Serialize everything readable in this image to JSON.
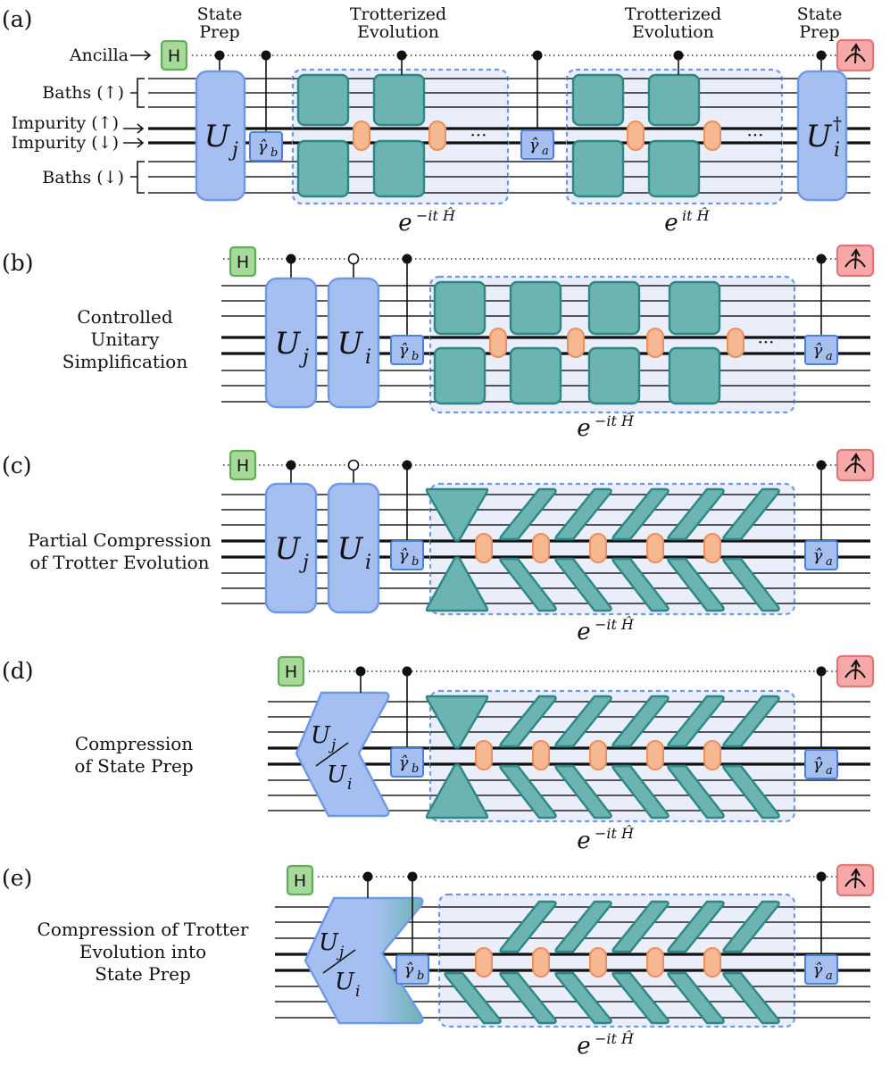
{
  "panels": {
    "a": {
      "letter": "(a)",
      "row_labels": {
        "ancilla": "Ancilla",
        "baths_up": "Baths (↑)",
        "impurity_up": "Impurity (↑)",
        "impurity_down": "Impurity (↓)",
        "baths_down": "Baths (↓)"
      },
      "top_labels": {
        "state_prep_left_1": "State",
        "state_prep_left_2": "Prep",
        "trotter_1_line1": "Trotterized",
        "trotter_1_line2": "Evolution",
        "trotter_2_line1": "Trotterized",
        "trotter_2_line2": "Evolution",
        "state_prep_right_1": "State",
        "state_prep_right_2": "Prep"
      },
      "evolution_1": "e^{−it Ĥ}",
      "evolution_2": "e^{it Ĥ}"
    },
    "b": {
      "letter": "(b)",
      "description_lines": [
        "Controlled",
        "Unitary",
        "Simplification"
      ],
      "evolution": "e^{−it Ĥ}"
    },
    "c": {
      "letter": "(c)",
      "description_lines": [
        "Partial Compression",
        "of Trotter Evolution"
      ],
      "evolution": "e^{−it Ĥ}"
    },
    "d": {
      "letter": "(d)",
      "description_lines": [
        "Compression",
        "of State Prep"
      ],
      "evolution": "e^{−it Ĥ}"
    },
    "e": {
      "letter": "(e)",
      "description_lines": [
        "Compression of Trotter",
        "Evolution into",
        "State Prep"
      ],
      "evolution": "e^{−it Ĥ}"
    }
  },
  "gates": {
    "hadamard": "H",
    "u_j": "U",
    "u_j_sub": "j",
    "u_i": "U",
    "u_i_sub": "i",
    "u_i_dagger": "†",
    "gamma_b": "γ̂",
    "gamma_b_sub": "b",
    "gamma_a": "γ̂",
    "gamma_a_sub": "a",
    "ellipsis": "···"
  },
  "colors": {
    "teal": "#6bb4b1",
    "orange": "#f5b891",
    "unitary_blue": "#a5bff0",
    "hadamard_green": "#a6d99a",
    "measure_red": "#f7a9a9",
    "evolution_box": "#e9eefa"
  }
}
